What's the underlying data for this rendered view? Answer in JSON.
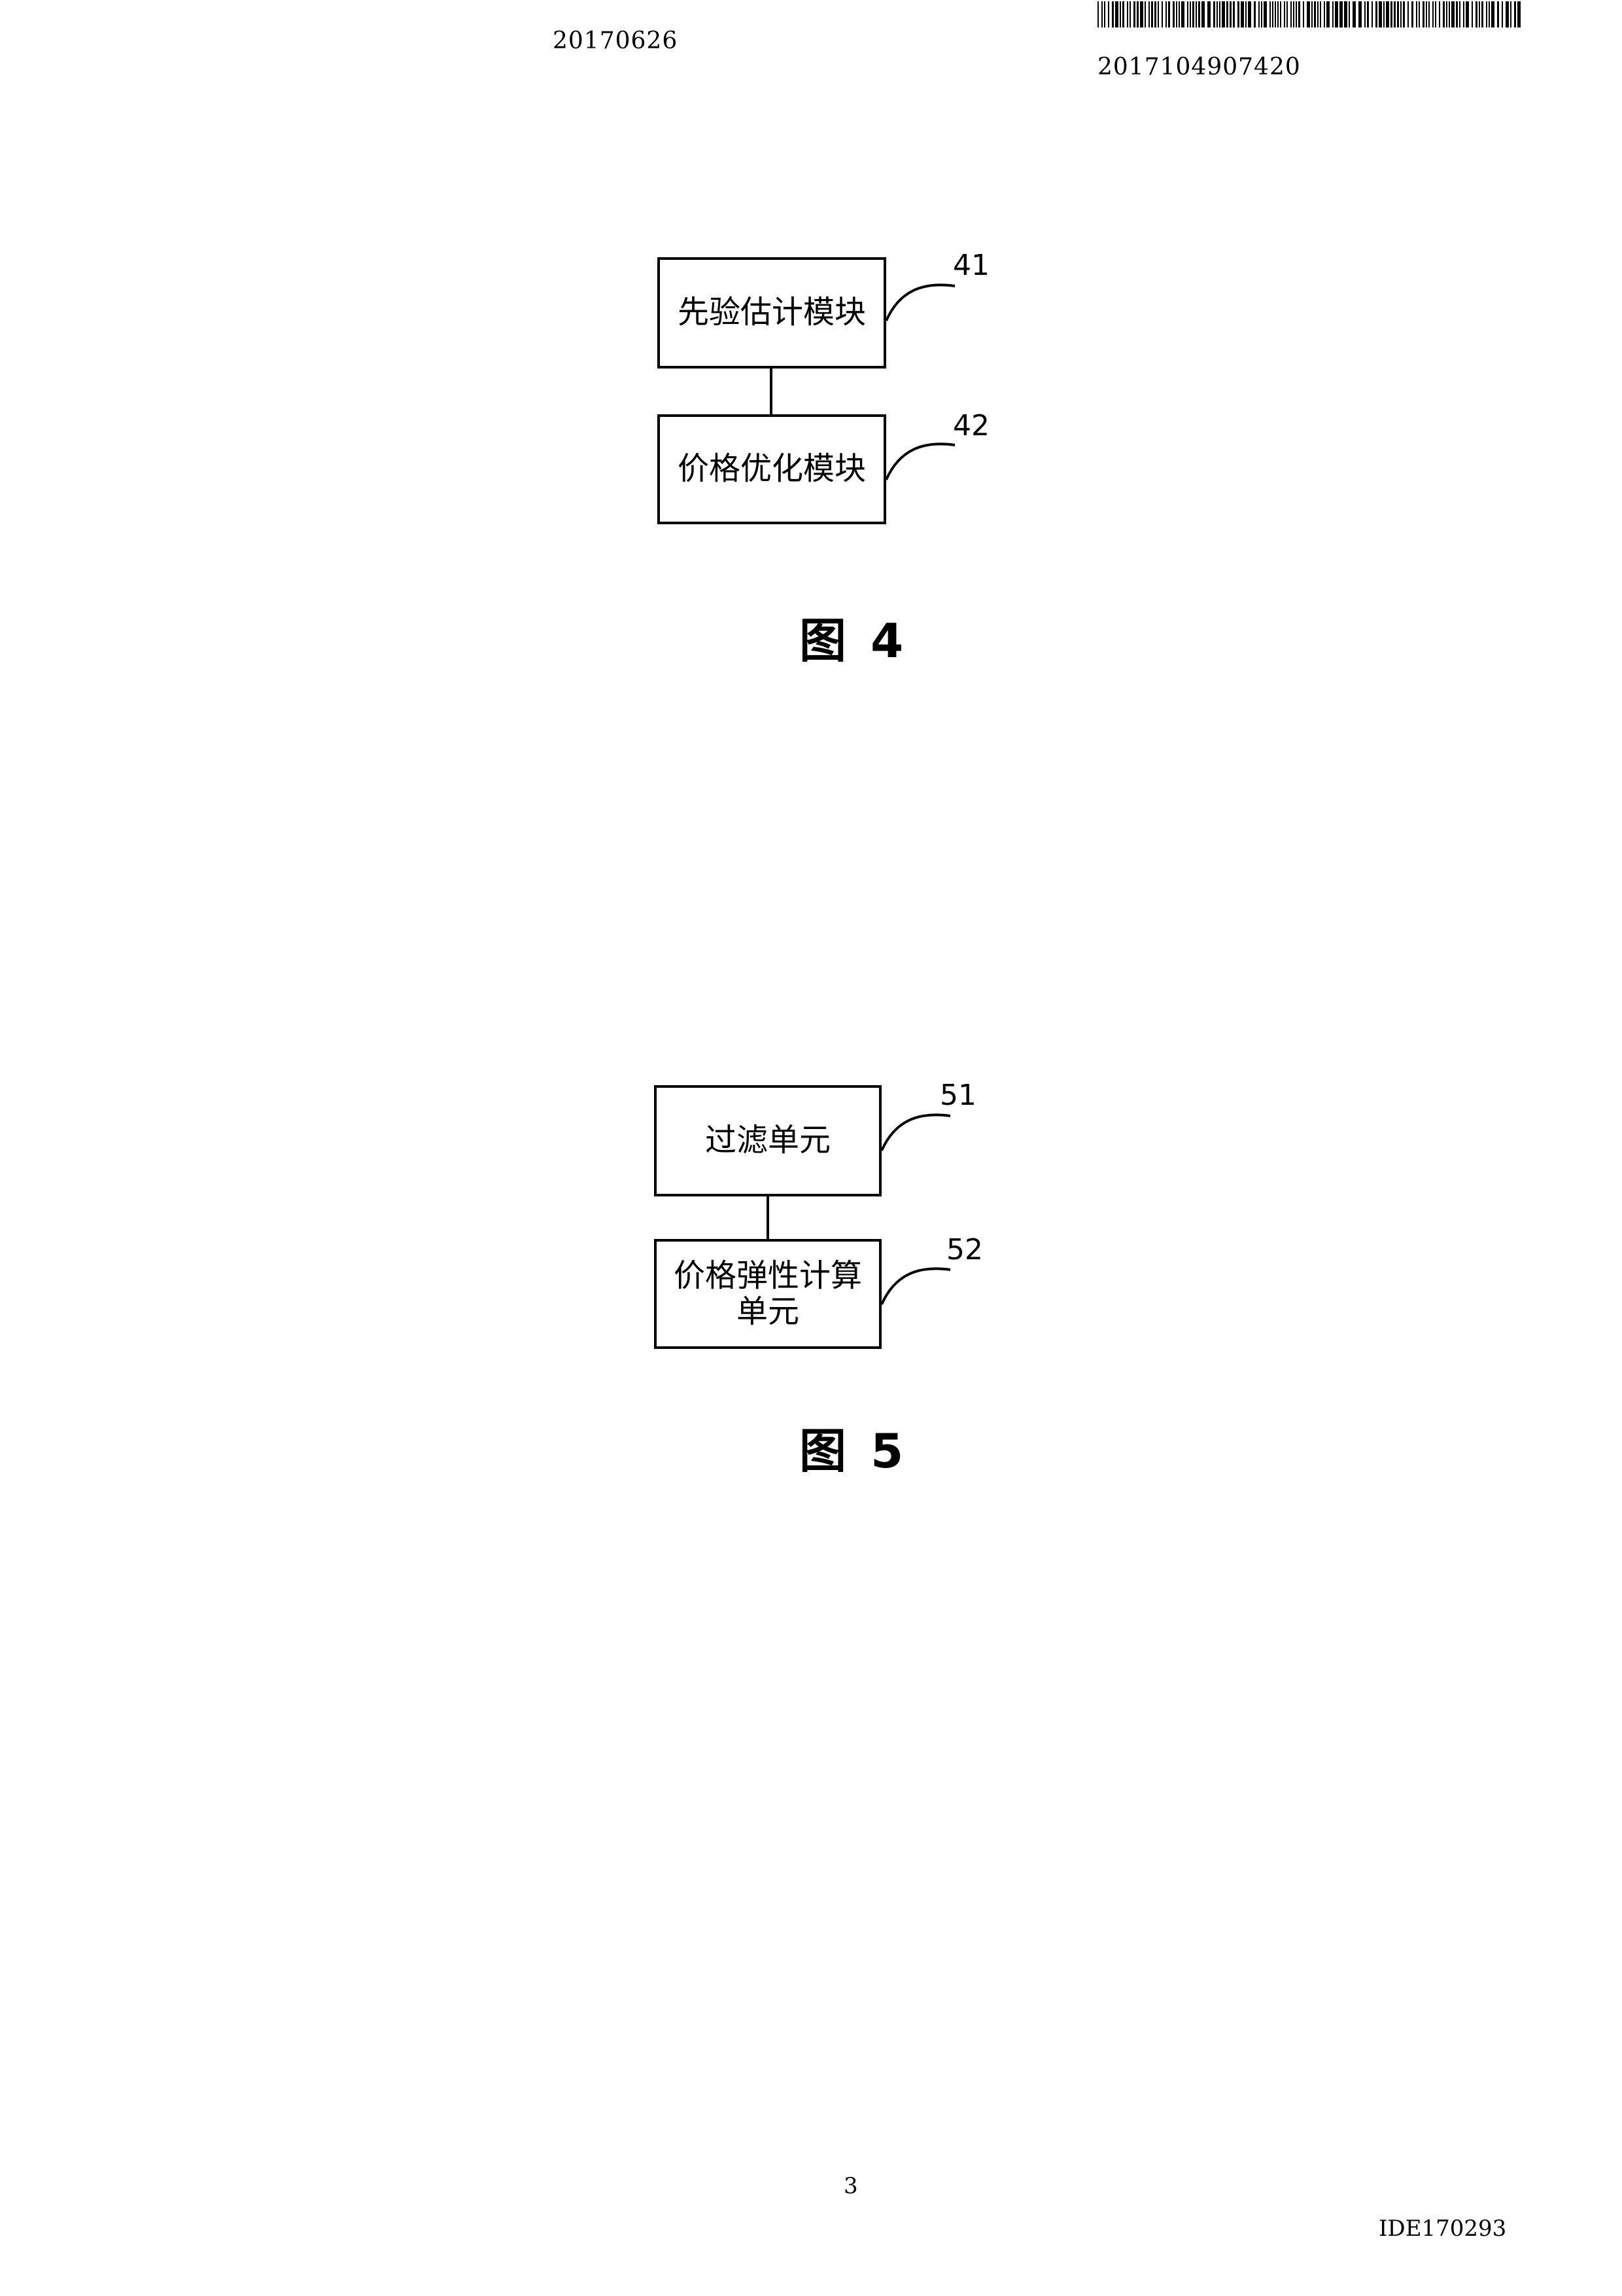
{
  "header": {
    "date": "20170626",
    "application_number": "2017104907420",
    "barcode_icon": "barcode-icon"
  },
  "figure4": {
    "boxes": [
      {
        "label": "先验估计模块",
        "ref": "41"
      },
      {
        "label": "价格优化模块",
        "ref": "42"
      }
    ],
    "caption": "图 4"
  },
  "figure5": {
    "boxes": [
      {
        "label": "过滤单元",
        "ref": "51"
      },
      {
        "label_line1": "价格弹性计算",
        "label_line2": "单元",
        "ref": "52"
      }
    ],
    "caption": "图 5"
  },
  "footer": {
    "page_number": "3",
    "doc_code": "IDE170293"
  }
}
